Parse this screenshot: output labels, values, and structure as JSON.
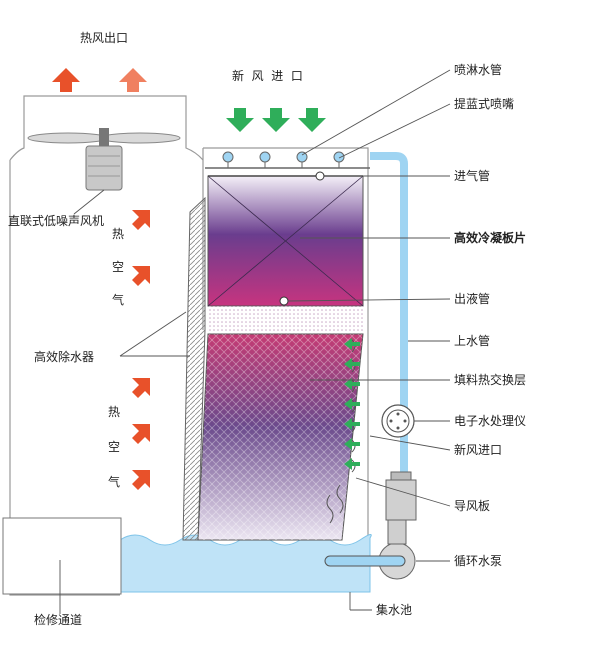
{
  "labels": {
    "hot_air_outlet": "热风出口",
    "fresh_air_inlet_top": "新  风  进  口",
    "direct_fan": "直联式低噪声风机",
    "hot_air_1": [
      "热",
      "空",
      "气"
    ],
    "hot_air_2": [
      "热",
      "空",
      "气"
    ],
    "drift_eliminator": "高效除水器",
    "maintenance_passage": "检修通道",
    "spray_pipe": "喷淋水管",
    "basket_nozzle": "提蓝式喷嘴",
    "inlet_pipe": "进气管",
    "condenser_plate": "高效冷凝板片",
    "liquid_outlet": "出液管",
    "water_up_pipe": "上水管",
    "fill_heat_exchange": "填料热交换层",
    "water_treatment": "电子水处理仪",
    "fresh_air_inlet_side": "新风进口",
    "air_guide_plate": "导风板",
    "circulating_pump": "循环水泵",
    "water_basin": "集水池"
  },
  "colors": {
    "hot_arrow": "#e8512a",
    "hot_arrow_light": "#f08060",
    "fresh_arrow": "#2fae5a",
    "water": "#bfe3f7",
    "pipe": "#8fd0f0",
    "condenser_top": "#f2eef7",
    "condenser_mid": "#6a3d8e",
    "condenser_bottom": "#c7347f",
    "fill_top": "#c43b74",
    "fill_bottom": "#e8e0f0"
  }
}
